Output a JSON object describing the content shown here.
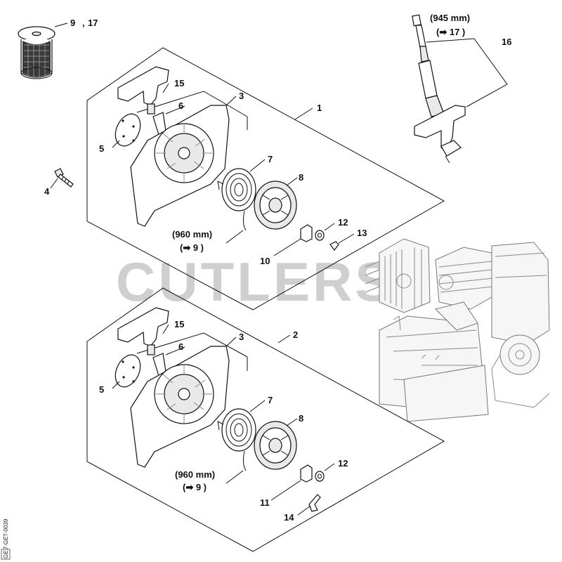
{
  "watermark": "CUTLERS",
  "side_code": "1127-GET-0039",
  "side_code2": "GE",
  "assembly_1": {
    "labels": {
      "a": "1",
      "b": "3",
      "c": "15",
      "d": "6",
      "e": "5",
      "f": "7",
      "g": "8",
      "h": "12",
      "i": "13",
      "j": "10"
    },
    "rope_length": "(960 mm)",
    "rope_ref": "(➡ 9 )"
  },
  "assembly_2": {
    "labels": {
      "a": "2",
      "b": "3",
      "c": "15",
      "d": "6",
      "e": "5",
      "f": "7",
      "g": "8",
      "h": "12",
      "i": "11",
      "j": "14"
    },
    "rope_length": "(960 mm)",
    "rope_ref": "(➡ 9 )"
  },
  "spool": {
    "label": "9",
    "label2": "17",
    "sep": ","
  },
  "screw": {
    "label": "4"
  },
  "tool": {
    "label": "16",
    "length": "(945 mm)",
    "ref": "(➡ 17 )"
  }
}
